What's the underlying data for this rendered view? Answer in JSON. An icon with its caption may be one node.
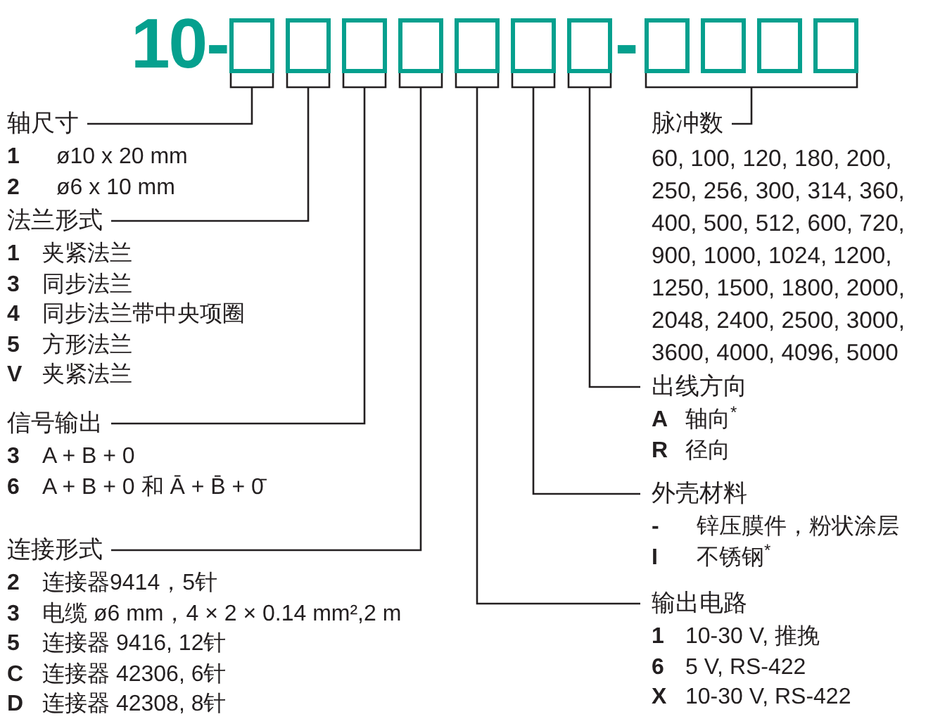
{
  "diagram": {
    "nodes": [
      {
        "text": [],
        "shape": "box"
      },
      {
        "text": [],
        "shape": "box"
      },
      {
        "text": [],
        "shape": "box"
      },
      {
        "text": [],
        "shape": "box"
      },
      {
        "text": [],
        "shape": "box"
      },
      {
        "text": [],
        "shape": "box"
      },
      {
        "text": [],
        "shape": "box"
      },
      {
        "text": [],
        "shape": "box"
      },
      {
        "text": [],
        "shape": "box"
      },
      {
        "text": [],
        "shape": "box"
      },
      {
        "text": [],
        "shape": "box"
      },
      {
        "text": [
          "轴尺寸",
          "1",
          "ø10 x 20 mm",
          "2",
          "ø6 x 10 mm"
        ]
      },
      {
        "text": [
          "法兰形式",
          "1",
          "夹紧法兰",
          "3",
          "同步法兰",
          "4",
          "同步法兰带中央项圈",
          "5",
          "方形法兰",
          "V",
          "夹紧法兰"
        ]
      },
      {
        "text": [
          "信号输出",
          "3",
          "A + B + 0",
          "6",
          "A + B + 0 和 Ā + B̄ + 0̄"
        ]
      },
      {
        "text": [
          "连接形式",
          "2",
          "连接器9414，5针",
          "3",
          "电缆 ø6 mm，4 × 2 × 0.14 mm²,2 m",
          "5",
          "连接器 9416, 12针",
          "C",
          "连接器 42306, 6针",
          "D",
          "连接器 42308, 8针"
        ]
      },
      {
        "text": [
          "脉冲数",
          "60, 100, 120, 180, 200, 250, 256, 300, 314, 360, 400, 500, 512, 600, 720, 900, 1000, 1024, 1200, 1250, 1500, 1800, 2000, 2048, 2400, 2500, 3000, 3600, 4000, 4096, 5000"
        ]
      },
      {
        "text": [
          "出线方向",
          "A",
          "轴向$^{*}$",
          "R",
          "径向"
        ]
      },
      {
        "text": [
          "外壳材料",
          "-",
          "锌压膜件，粉状涂层",
          "I",
          "不锈钢$^{*}$"
        ]
      },
      {
        "text": [
          "输出电路",
          "1",
          "10-30 V, 推挽",
          "6",
          "5 V, RS-422",
          "X",
          "10-30 V, RS-422"
        ]
      }
    ],
    "edges": [
      {
        "from": 11,
        "to": 0,
        "arrow": "none"
      },
      {
        "from": 12,
        "to": 1,
        "arrow": "none"
      },
      {
        "from": 13,
        "to": 2,
        "arrow": "none"
      },
      {
        "from": 14,
        "to": 3,
        "arrow": "none"
      },
      {
        "from": 18,
        "to": 4,
        "arrow": "none"
      },
      {
        "from": 17,
        "to": 5,
        "arrow": "none"
      },
      {
        "from": 16,
        "to": 6,
        "arrow": "none"
      },
      {
        "from": 15,
        "to": 7,
        "arrow": "none"
      },
      {
        "from": 15,
        "to": 8,
        "arrow": "none"
      },
      {
        "from": 15,
        "to": 9,
        "arrow": "none"
      },
      {
        "from": 15,
        "to": 10,
        "arrow": "none"
      }
    ],
    "labels": [
      "10-",
      "-"
    ]
  }
}
